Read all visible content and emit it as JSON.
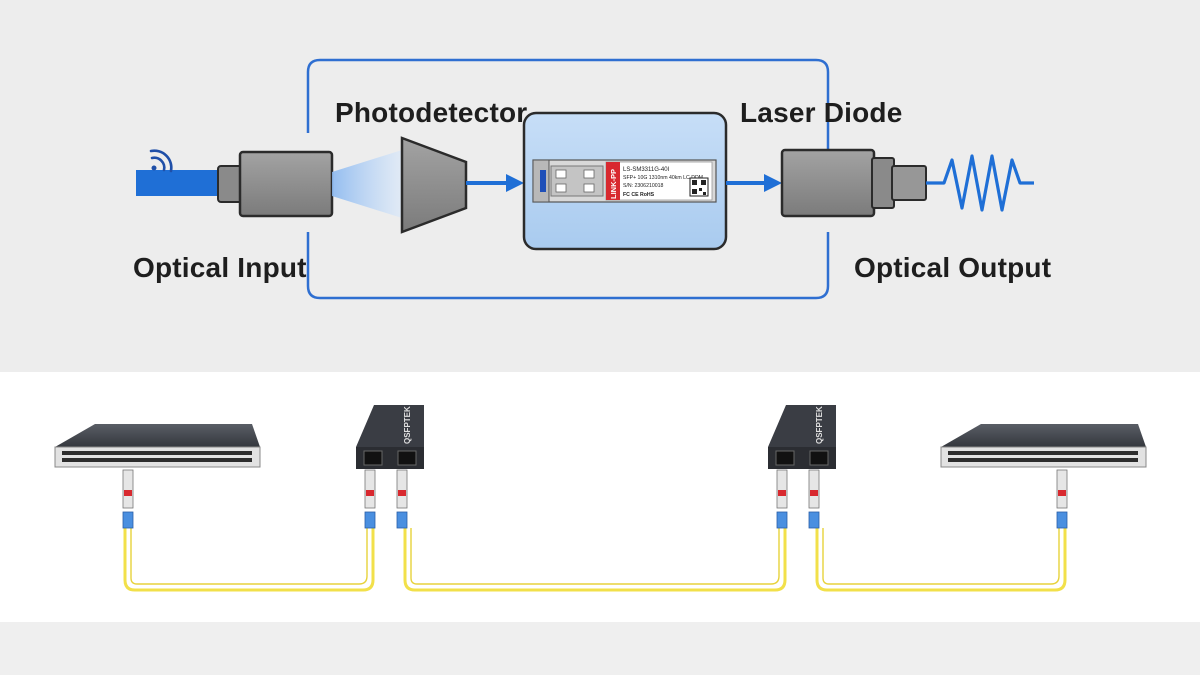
{
  "labels": {
    "optical_input": "Optical Input",
    "photodetector": "Photodetector",
    "laser_diode": "Laser Diode",
    "optical_output": "Optical Output"
  },
  "module": {
    "line1": "LS-SM3311G-40I",
    "line2": "SFP+ 10G 1310nm 40km LC DDM",
    "line3": "S/N: 2306210018",
    "brand": "LINK-PP",
    "marks": "FC CE RoHS"
  },
  "converter_brand": "QSFPTEK",
  "colors": {
    "fiber_blue": "#1f6fd6",
    "frame_blue": "#2f6fd1",
    "module_panel": "#b9d6f5",
    "connector_gray": "#8c8c8c",
    "patch_yellow": "#f2e04a",
    "device_dark": "#3a3d44"
  },
  "icons": [
    "signal-waves-icon",
    "arrow-right-icon",
    "sine-wave-icon"
  ]
}
